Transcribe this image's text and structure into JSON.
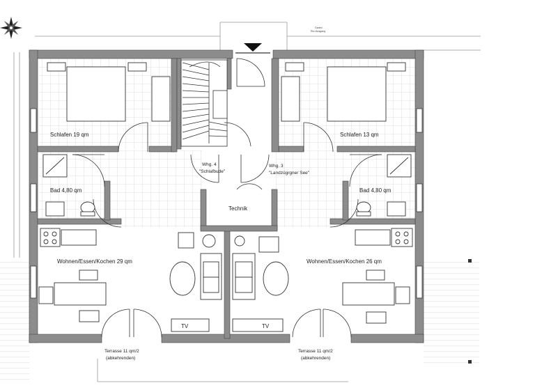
{
  "rooms": {
    "schlafen_left": "Schlafen 19 qm",
    "schlafen_right": "Schlafen 13 qm",
    "bad_left": "Bad 4,80 qm",
    "bad_right": "Bad 4,80 qm",
    "technik": "Technik",
    "wohnen_left": "Wohnen/Essen/Kochen 29 qm",
    "wohnen_right": "Wohnen/Essen/Kochen 26 qm"
  },
  "units": {
    "whg4_line1": "Whg. 4",
    "whg4_line2": "\"Schlafbude\"",
    "whg3_line1": "Whg. 3",
    "whg3_line2": "\"Landzügrgner See\""
  },
  "terraces": {
    "left_line1": "Terrasse 11 qm/2",
    "left_line2": "(abkehrenden)",
    "right_line1": "Terrasse 11 qm/2",
    "right_line2": "(abkehrenden)"
  },
  "furniture": {
    "tv_left": "TV",
    "tv_right": "TV"
  },
  "header_note_line1": "Garten",
  "header_note_line2": "Ein-/Ausgang",
  "colors": {
    "wall": "#8c8c8c",
    "line": "#333333",
    "tile": "#dcdcdc"
  },
  "icons": {
    "compass": "compass-rose-icon",
    "entrance": "entrance-arrow-icon"
  }
}
